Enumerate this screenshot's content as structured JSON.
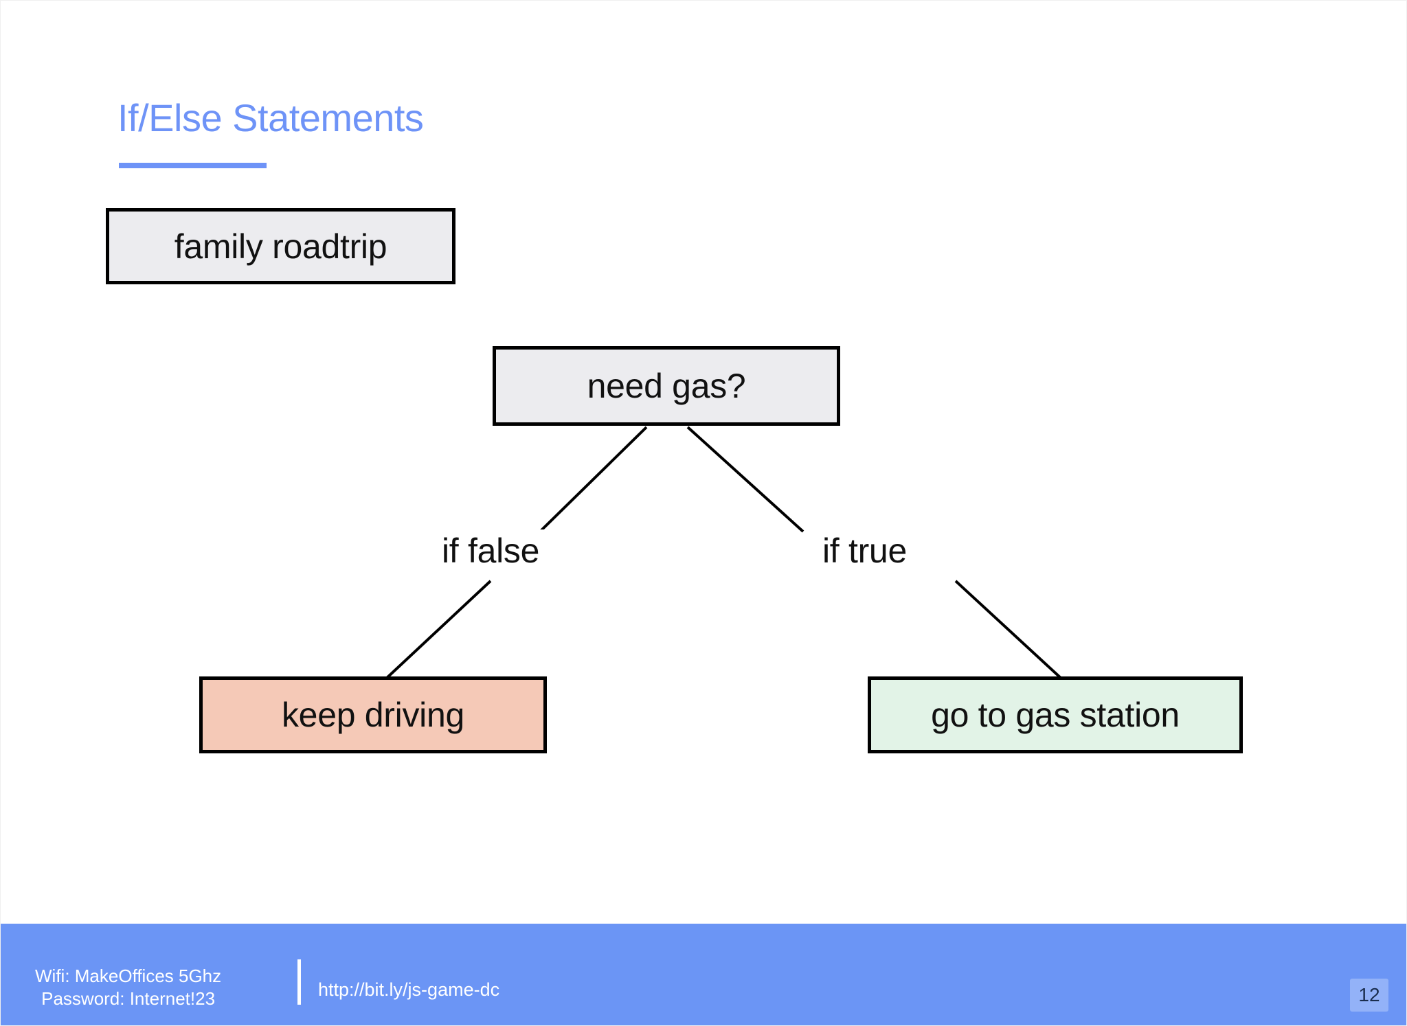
{
  "slide": {
    "title": "If/Else Statements",
    "page_number": "12",
    "accent_color": "#6e93f7",
    "footer_color": "#6b95f5"
  },
  "flowchart": {
    "nodes": [
      {
        "id": "root",
        "label": "family roadtrip",
        "fill": "#ececef"
      },
      {
        "id": "condition",
        "label": "need gas?",
        "fill": "#ececef"
      },
      {
        "id": "false_branch",
        "label": "keep driving",
        "fill": "#f5c9b7"
      },
      {
        "id": "true_branch",
        "label": "go to gas station",
        "fill": "#e2f3e7"
      }
    ],
    "edge_labels": {
      "left": "if false",
      "right": "if true"
    }
  },
  "footer": {
    "wifi_network": "Wifi: MakeOffices 5Ghz",
    "wifi_password": "Password: Internet!23",
    "url": "http://bit.ly/js-game-dc"
  }
}
